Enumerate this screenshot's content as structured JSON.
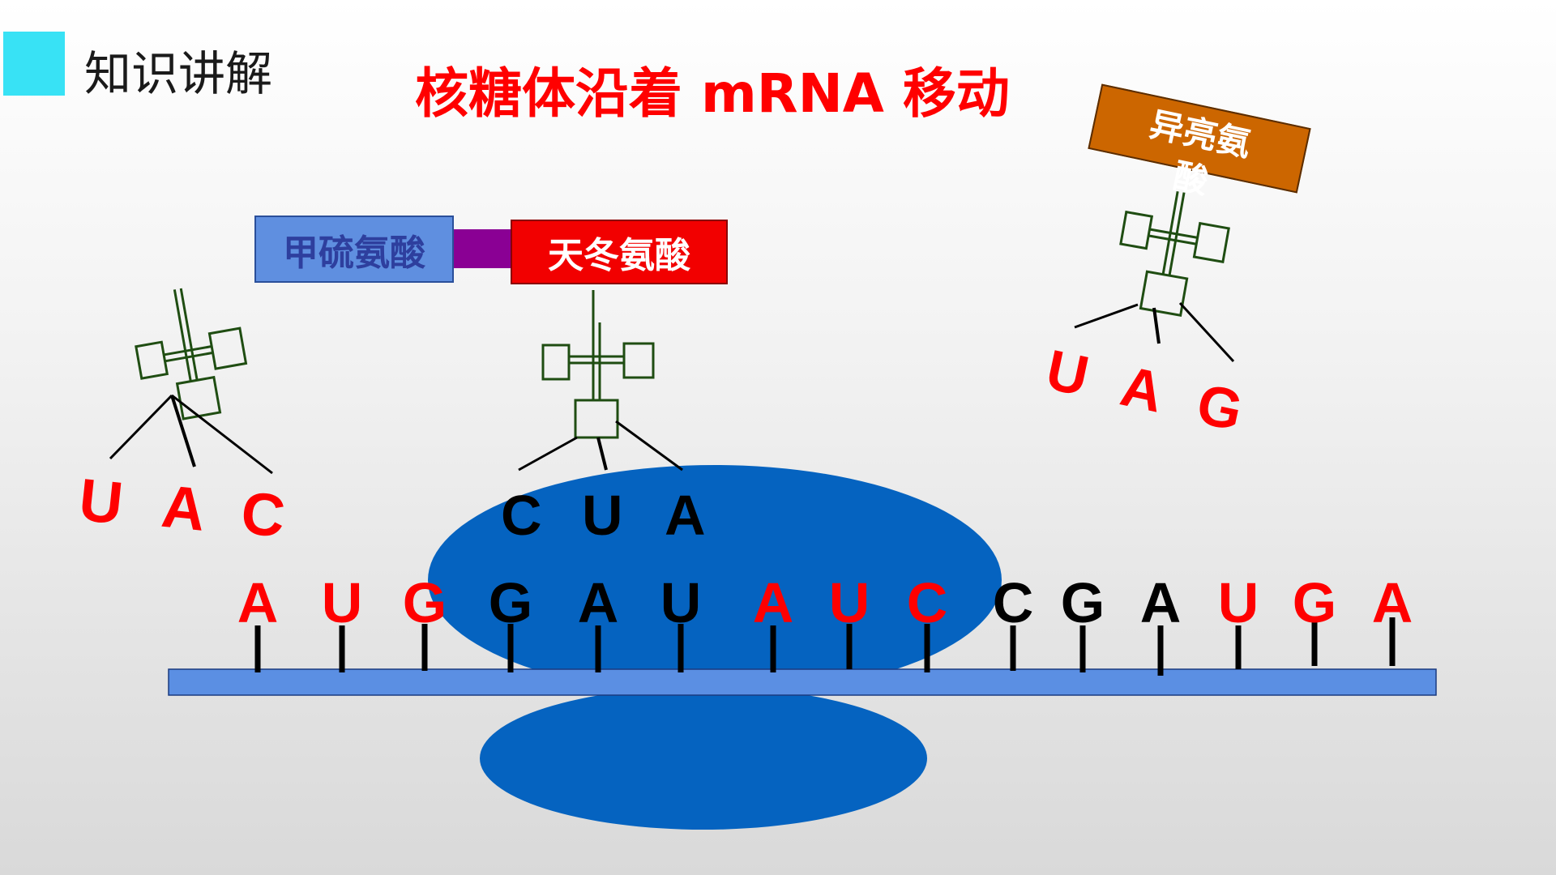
{
  "header": {
    "label": "知识讲解"
  },
  "title": "核糖体沿着 mRNA 移动",
  "colors": {
    "accent_square": "#38e2f5",
    "title": "#ff0000",
    "ribosome": "#0563c0",
    "mrna_strand": "#5b8fe3",
    "trna": "#1f4d12",
    "red_base": "#ff0000",
    "black_base": "#000000",
    "met_box": "#5f8fe0",
    "asp_box": "#f20000",
    "ile_box": "#cc6600",
    "peptide_bond": "#8a0094"
  },
  "amino_acids": {
    "met": "甲硫氨酸",
    "asp": "天冬氨酸",
    "ile": "异亮氨酸"
  },
  "mrna": {
    "bases": [
      {
        "letter": "A",
        "color": "red"
      },
      {
        "letter": "U",
        "color": "red"
      },
      {
        "letter": "G",
        "color": "red"
      },
      {
        "letter": "G",
        "color": "black"
      },
      {
        "letter": "A",
        "color": "black"
      },
      {
        "letter": "U",
        "color": "black"
      },
      {
        "letter": "A",
        "color": "red"
      },
      {
        "letter": "U",
        "color": "red"
      },
      {
        "letter": "C",
        "color": "red"
      },
      {
        "letter": "C",
        "color": "black"
      },
      {
        "letter": "G",
        "color": "black"
      },
      {
        "letter": "A",
        "color": "black"
      },
      {
        "letter": "U",
        "color": "red"
      },
      {
        "letter": "G",
        "color": "red"
      },
      {
        "letter": "A",
        "color": "red"
      }
    ]
  },
  "trnas": [
    {
      "id": "trna-met",
      "anticodon": [
        "U",
        "A",
        "C"
      ],
      "color": "red"
    },
    {
      "id": "trna-asp",
      "anticodon": [
        "C",
        "U",
        "A"
      ],
      "color": "black"
    },
    {
      "id": "trna-ile",
      "anticodon": [
        "U",
        "A",
        "G"
      ],
      "color": "red"
    }
  ]
}
